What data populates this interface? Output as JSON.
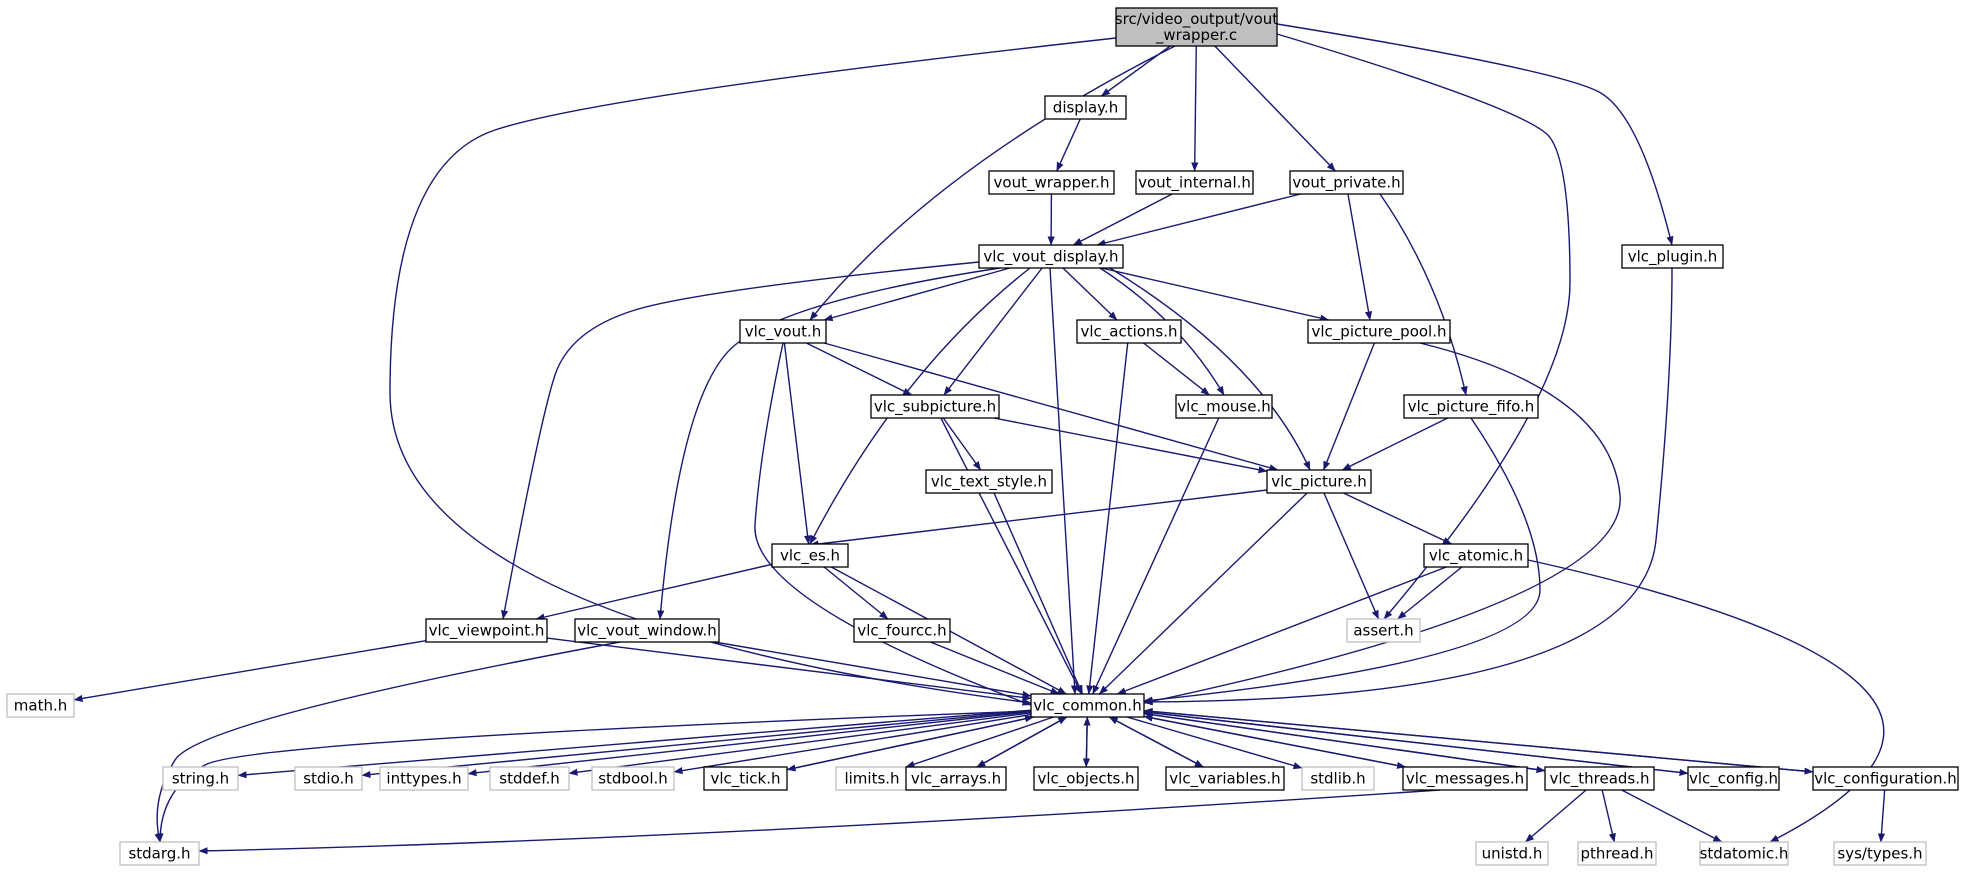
{
  "colors": {
    "edge": "#191970",
    "root_fill": "#bfbfbf",
    "node_fill": "#ffffff",
    "node_border": "#000000",
    "system_border": "#bfbfbf",
    "system_text": "#808080"
  },
  "nodes": [
    {
      "id": "root",
      "kind": "root",
      "lines": [
        "src/video_output/vout",
        "_wrapper.c"
      ]
    },
    {
      "id": "display_h",
      "kind": "header",
      "lines": [
        "display.h"
      ]
    },
    {
      "id": "vout_wrapper_h",
      "kind": "header",
      "lines": [
        "vout_wrapper.h"
      ]
    },
    {
      "id": "vout_internal_h",
      "kind": "header",
      "lines": [
        "vout_internal.h"
      ]
    },
    {
      "id": "vout_private_h",
      "kind": "header",
      "lines": [
        "vout_private.h"
      ]
    },
    {
      "id": "vlc_plugin_h",
      "kind": "header",
      "lines": [
        "vlc_plugin.h"
      ]
    },
    {
      "id": "vlc_vout_display_h",
      "kind": "header",
      "lines": [
        "vlc_vout_display.h"
      ]
    },
    {
      "id": "vlc_vout_h",
      "kind": "header",
      "lines": [
        "vlc_vout.h"
      ]
    },
    {
      "id": "vlc_actions_h",
      "kind": "header",
      "lines": [
        "vlc_actions.h"
      ]
    },
    {
      "id": "vlc_picture_pool_h",
      "kind": "header",
      "lines": [
        "vlc_picture_pool.h"
      ]
    },
    {
      "id": "vlc_subpicture_h",
      "kind": "header",
      "lines": [
        "vlc_subpicture.h"
      ]
    },
    {
      "id": "vlc_mouse_h",
      "kind": "header",
      "lines": [
        "vlc_mouse.h"
      ]
    },
    {
      "id": "vlc_picture_fifo_h",
      "kind": "header",
      "lines": [
        "vlc_picture_fifo.h"
      ]
    },
    {
      "id": "vlc_text_style_h",
      "kind": "header",
      "lines": [
        "vlc_text_style.h"
      ]
    },
    {
      "id": "vlc_picture_h",
      "kind": "header",
      "lines": [
        "vlc_picture.h"
      ]
    },
    {
      "id": "vlc_es_h",
      "kind": "header",
      "lines": [
        "vlc_es.h"
      ]
    },
    {
      "id": "vlc_atomic_h",
      "kind": "header",
      "lines": [
        "vlc_atomic.h"
      ]
    },
    {
      "id": "vlc_viewpoint_h",
      "kind": "header",
      "lines": [
        "vlc_viewpoint.h"
      ]
    },
    {
      "id": "vlc_vout_window_h",
      "kind": "header",
      "lines": [
        "vlc_vout_window.h"
      ]
    },
    {
      "id": "vlc_fourcc_h",
      "kind": "header",
      "lines": [
        "vlc_fourcc.h"
      ]
    },
    {
      "id": "assert_h",
      "kind": "system",
      "lines": [
        "assert.h"
      ]
    },
    {
      "id": "math_h",
      "kind": "system",
      "lines": [
        "math.h"
      ]
    },
    {
      "id": "vlc_common_h",
      "kind": "header",
      "lines": [
        "vlc_common.h"
      ]
    },
    {
      "id": "string_h",
      "kind": "system",
      "lines": [
        "string.h"
      ]
    },
    {
      "id": "stdio_h",
      "kind": "system",
      "lines": [
        "stdio.h"
      ]
    },
    {
      "id": "inttypes_h",
      "kind": "system",
      "lines": [
        "inttypes.h"
      ]
    },
    {
      "id": "stddef_h",
      "kind": "system",
      "lines": [
        "stddef.h"
      ]
    },
    {
      "id": "stdbool_h",
      "kind": "system",
      "lines": [
        "stdbool.h"
      ]
    },
    {
      "id": "vlc_tick_h",
      "kind": "header",
      "lines": [
        "vlc_tick.h"
      ]
    },
    {
      "id": "limits_h",
      "kind": "system",
      "lines": [
        "limits.h"
      ]
    },
    {
      "id": "vlc_arrays_h",
      "kind": "header",
      "lines": [
        "vlc_arrays.h"
      ]
    },
    {
      "id": "vlc_objects_h",
      "kind": "header",
      "lines": [
        "vlc_objects.h"
      ]
    },
    {
      "id": "vlc_variables_h",
      "kind": "header",
      "lines": [
        "vlc_variables.h"
      ]
    },
    {
      "id": "stdlib_h",
      "kind": "system",
      "lines": [
        "stdlib.h"
      ]
    },
    {
      "id": "vlc_messages_h",
      "kind": "header",
      "lines": [
        "vlc_messages.h"
      ]
    },
    {
      "id": "vlc_threads_h",
      "kind": "header",
      "lines": [
        "vlc_threads.h"
      ]
    },
    {
      "id": "vlc_config_h",
      "kind": "header",
      "lines": [
        "vlc_config.h"
      ]
    },
    {
      "id": "vlc_configuration_h",
      "kind": "header",
      "lines": [
        "vlc_configuration.h"
      ]
    },
    {
      "id": "stdarg_h",
      "kind": "system",
      "lines": [
        "stdarg.h"
      ]
    },
    {
      "id": "unistd_h",
      "kind": "system",
      "lines": [
        "unistd.h"
      ]
    },
    {
      "id": "pthread_h",
      "kind": "system",
      "lines": [
        "pthread.h"
      ]
    },
    {
      "id": "stdatomic_h",
      "kind": "system",
      "lines": [
        "stdatomic.h"
      ]
    },
    {
      "id": "sys_types_h",
      "kind": "system",
      "lines": [
        "sys/types.h"
      ]
    }
  ],
  "edges": [
    [
      "root",
      "display_h"
    ],
    [
      "root",
      "vout_internal_h"
    ],
    [
      "root",
      "vout_private_h"
    ],
    [
      "root",
      "vlc_plugin_h"
    ],
    [
      "root",
      "vlc_vout_h"
    ],
    [
      "root",
      "assert_h"
    ],
    [
      "root",
      "vlc_common_h"
    ],
    [
      "display_h",
      "vout_wrapper_h"
    ],
    [
      "vout_wrapper_h",
      "vlc_vout_display_h"
    ],
    [
      "vout_internal_h",
      "vlc_vout_display_h"
    ],
    [
      "vout_private_h",
      "vlc_vout_display_h"
    ],
    [
      "vout_private_h",
      "vlc_picture_pool_h"
    ],
    [
      "vout_private_h",
      "vlc_picture_fifo_h"
    ],
    [
      "vlc_plugin_h",
      "vlc_common_h"
    ],
    [
      "vlc_vout_display_h",
      "vlc_vout_h"
    ],
    [
      "vlc_vout_display_h",
      "vlc_actions_h"
    ],
    [
      "vlc_vout_display_h",
      "vlc_picture_pool_h"
    ],
    [
      "vlc_vout_display_h",
      "vlc_subpicture_h"
    ],
    [
      "vlc_vout_display_h",
      "vlc_mouse_h"
    ],
    [
      "vlc_vout_display_h",
      "vlc_picture_h"
    ],
    [
      "vlc_vout_display_h",
      "vlc_es_h"
    ],
    [
      "vlc_vout_display_h",
      "vlc_viewpoint_h"
    ],
    [
      "vlc_vout_display_h",
      "vlc_vout_window_h"
    ],
    [
      "vlc_vout_display_h",
      "vlc_common_h"
    ],
    [
      "vlc_vout_h",
      "vlc_subpicture_h"
    ],
    [
      "vlc_vout_h",
      "vlc_picture_h"
    ],
    [
      "vlc_vout_h",
      "vlc_es_h"
    ],
    [
      "vlc_vout_h",
      "vlc_common_h"
    ],
    [
      "vlc_actions_h",
      "vlc_mouse_h"
    ],
    [
      "vlc_actions_h",
      "vlc_common_h"
    ],
    [
      "vlc_picture_pool_h",
      "vlc_picture_h"
    ],
    [
      "vlc_picture_pool_h",
      "vlc_common_h"
    ],
    [
      "vlc_subpicture_h",
      "vlc_text_style_h"
    ],
    [
      "vlc_subpicture_h",
      "vlc_picture_h"
    ],
    [
      "vlc_subpicture_h",
      "vlc_common_h"
    ],
    [
      "vlc_mouse_h",
      "vlc_common_h"
    ],
    [
      "vlc_picture_fifo_h",
      "vlc_picture_h"
    ],
    [
      "vlc_picture_fifo_h",
      "vlc_common_h"
    ],
    [
      "vlc_text_style_h",
      "vlc_common_h"
    ],
    [
      "vlc_picture_h",
      "vlc_es_h"
    ],
    [
      "vlc_picture_h",
      "vlc_atomic_h"
    ],
    [
      "vlc_picture_h",
      "assert_h"
    ],
    [
      "vlc_picture_h",
      "vlc_common_h"
    ],
    [
      "vlc_es_h",
      "vlc_viewpoint_h"
    ],
    [
      "vlc_es_h",
      "vlc_fourcc_h"
    ],
    [
      "vlc_es_h",
      "vlc_common_h"
    ],
    [
      "vlc_atomic_h",
      "assert_h"
    ],
    [
      "vlc_atomic_h",
      "vlc_common_h"
    ],
    [
      "vlc_atomic_h",
      "stdatomic_h"
    ],
    [
      "vlc_viewpoint_h",
      "math_h"
    ],
    [
      "vlc_viewpoint_h",
      "vlc_common_h"
    ],
    [
      "vlc_vout_window_h",
      "stdarg_h"
    ],
    [
      "vlc_vout_window_h",
      "vlc_common_h"
    ],
    [
      "vlc_fourcc_h",
      "vlc_common_h"
    ],
    [
      "vlc_common_h",
      "stdarg_h"
    ],
    [
      "vlc_common_h",
      "string_h"
    ],
    [
      "vlc_common_h",
      "stdio_h"
    ],
    [
      "vlc_common_h",
      "inttypes_h"
    ],
    [
      "vlc_common_h",
      "stddef_h"
    ],
    [
      "vlc_common_h",
      "stdbool_h"
    ],
    [
      "vlc_common_h",
      "vlc_tick_h"
    ],
    [
      "vlc_common_h",
      "limits_h"
    ],
    [
      "vlc_common_h",
      "vlc_arrays_h"
    ],
    [
      "vlc_common_h",
      "vlc_objects_h"
    ],
    [
      "vlc_common_h",
      "vlc_variables_h"
    ],
    [
      "vlc_common_h",
      "stdlib_h"
    ],
    [
      "vlc_common_h",
      "vlc_messages_h"
    ],
    [
      "vlc_common_h",
      "vlc_threads_h"
    ],
    [
      "vlc_common_h",
      "vlc_config_h"
    ],
    [
      "vlc_common_h",
      "vlc_configuration_h"
    ],
    [
      "vlc_tick_h",
      "vlc_common_h"
    ],
    [
      "vlc_arrays_h",
      "vlc_common_h"
    ],
    [
      "vlc_objects_h",
      "vlc_common_h"
    ],
    [
      "vlc_variables_h",
      "vlc_common_h"
    ],
    [
      "vlc_messages_h",
      "vlc_common_h"
    ],
    [
      "vlc_messages_h",
      "stdarg_h"
    ],
    [
      "vlc_threads_h",
      "vlc_common_h"
    ],
    [
      "vlc_threads_h",
      "unistd_h"
    ],
    [
      "vlc_threads_h",
      "pthread_h"
    ],
    [
      "vlc_threads_h",
      "stdatomic_h"
    ],
    [
      "vlc_config_h",
      "vlc_common_h"
    ],
    [
      "vlc_configuration_h",
      "vlc_common_h"
    ],
    [
      "vlc_configuration_h",
      "sys_types_h"
    ]
  ]
}
